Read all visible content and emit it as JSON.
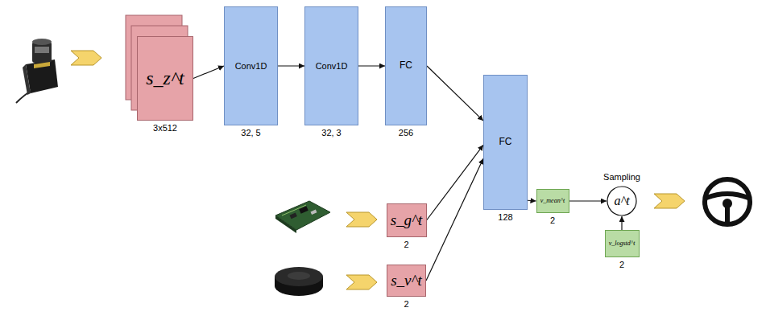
{
  "diagram": {
    "nodes": [
      {
        "text": [
          "s_z^t",
          "3x512"
        ]
      },
      {
        "text": [
          "Conv1D",
          "32, 5"
        ]
      },
      {
        "text": [
          "Conv1D",
          "32, 3"
        ]
      },
      {
        "text": [
          "FC",
          "256"
        ]
      },
      {
        "text": [
          "s_g^t",
          "2"
        ]
      },
      {
        "text": [
          "s_v^t",
          "2"
        ]
      },
      {
        "text": [
          "FC",
          "128"
        ]
      },
      {
        "text": [
          "v_mean^t",
          "2"
        ]
      },
      {
        "text": [
          "Sampling",
          "a^t"
        ]
      },
      {
        "text": [
          "v_logstd^t",
          "2"
        ]
      }
    ],
    "edges": [
      {
        "from": 0,
        "to": 1,
        "arrow": "to"
      },
      {
        "from": 1,
        "to": 2,
        "arrow": "to"
      },
      {
        "from": 2,
        "to": 3,
        "arrow": "to"
      },
      {
        "from": 3,
        "to": 6,
        "arrow": "to"
      },
      {
        "from": 4,
        "to": 6,
        "arrow": "to"
      },
      {
        "from": 5,
        "to": 6,
        "arrow": "to"
      },
      {
        "from": 6,
        "to": 7,
        "arrow": "to"
      },
      {
        "from": 7,
        "to": 8,
        "arrow": "to"
      },
      {
        "from": 9,
        "to": 8,
        "arrow": "to"
      }
    ]
  }
}
